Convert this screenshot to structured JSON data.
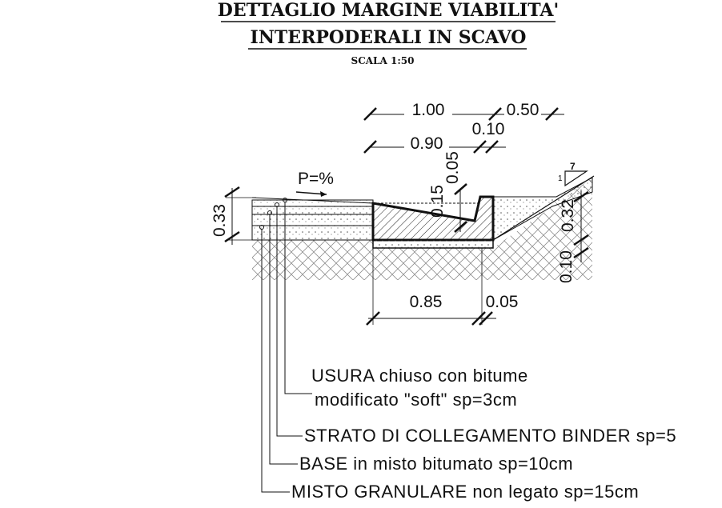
{
  "title": {
    "line1": "DETTAGLIO MARGINE VIABILITA'",
    "line2": "INTERPODERALI IN SCAVO",
    "scale": "SCALA 1:50"
  },
  "slope_label": "P=%",
  "dimensions": {
    "d_100": "1.00",
    "d_050_top": "0.50",
    "d_010_top": "0.10",
    "d_090": "0.90",
    "d_005_vertical": "0.05",
    "d_015": "0.15",
    "d_033": "0.33",
    "d_032": "0.32",
    "d_010_right": "0.10",
    "d_085": "0.85",
    "d_005_bottom": "0.05"
  },
  "slope_ratio": {
    "rise": "1",
    "run": "7"
  },
  "layers": {
    "usura_line1": "USURA chiuso con bitume",
    "usura_line2": "modificato \"soft\" sp=3cm",
    "binder": "STRATO DI COLLEGAMENTO BINDER sp=5",
    "base": "BASE in misto bitumato sp=10cm",
    "misto": "MISTO GRANULARE non legato sp=15cm"
  }
}
